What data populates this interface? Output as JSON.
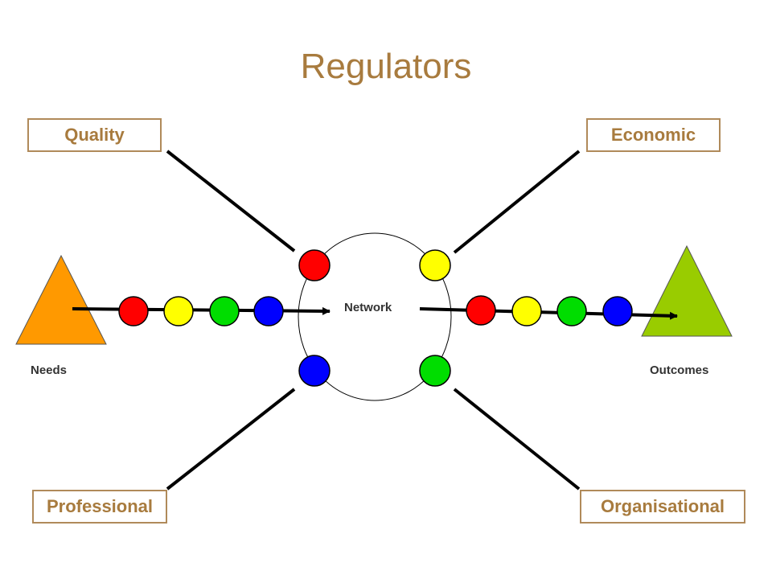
{
  "title": "Regulators",
  "regulators": {
    "quality": "Quality",
    "economic": "Economic",
    "professional": "Professional",
    "organisational": "Organisational"
  },
  "network_label": "Network",
  "needs_label": "Needs",
  "outcomes_label": "Outcomes",
  "colors": {
    "title": "#a87b3e",
    "box_border": "#b08a5a",
    "needs_triangle": "#ff9900",
    "outcomes_triangle": "#99cc00",
    "red": "#ff0000",
    "yellow": "#ffff00",
    "green": "#00dd00",
    "blue": "#0000ff"
  }
}
